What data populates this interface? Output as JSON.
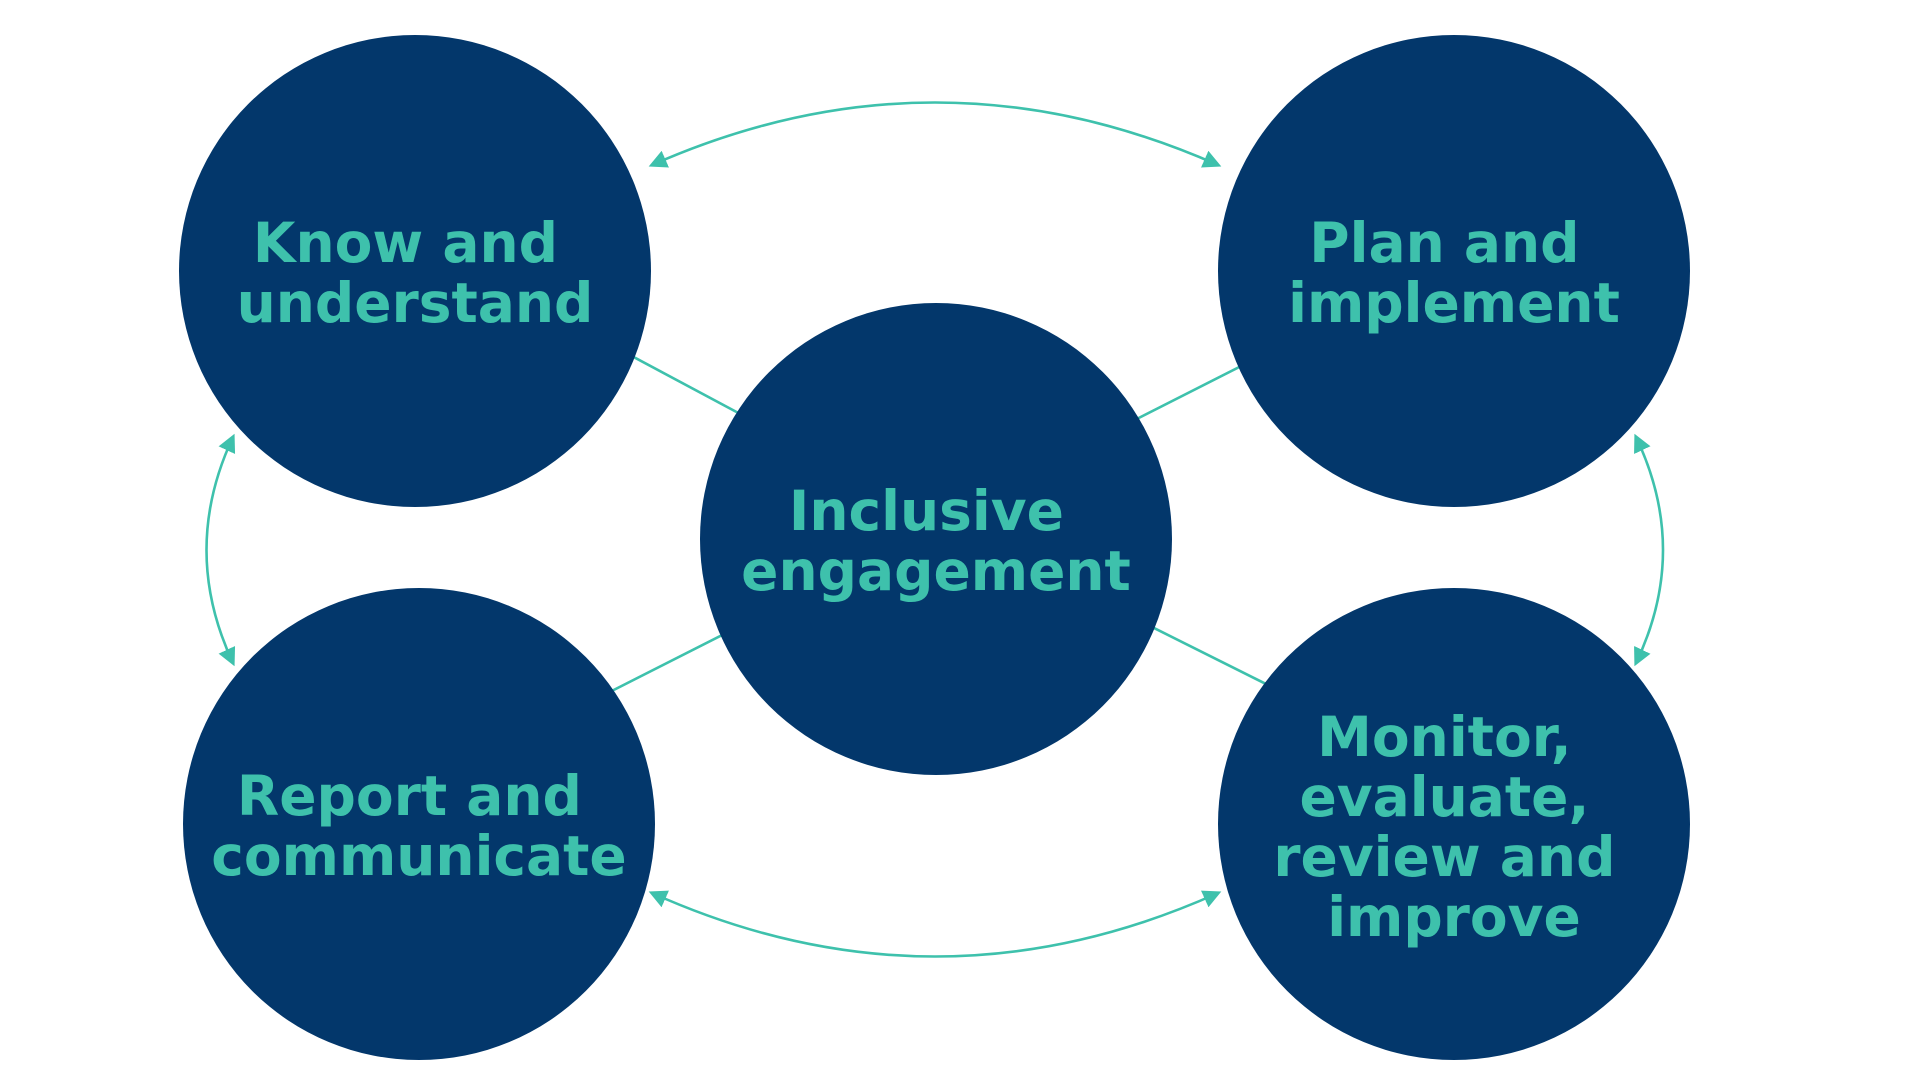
{
  "colors": {
    "circle_fill": "#03376B",
    "label_text": "#3EC1AC",
    "connector": "#3EC1AC",
    "background": "#FFFFFF"
  },
  "nodes": {
    "know": {
      "lines": [
        "Know and",
        "understand"
      ]
    },
    "plan": {
      "lines": [
        "Plan and",
        "implement"
      ]
    },
    "center": {
      "lines": [
        "Inclusive",
        "engagement"
      ]
    },
    "report": {
      "lines": [
        "Report and",
        "communicate"
      ]
    },
    "monitor": {
      "lines": [
        "Monitor,",
        "evaluate,",
        "review and",
        "improve"
      ]
    }
  }
}
